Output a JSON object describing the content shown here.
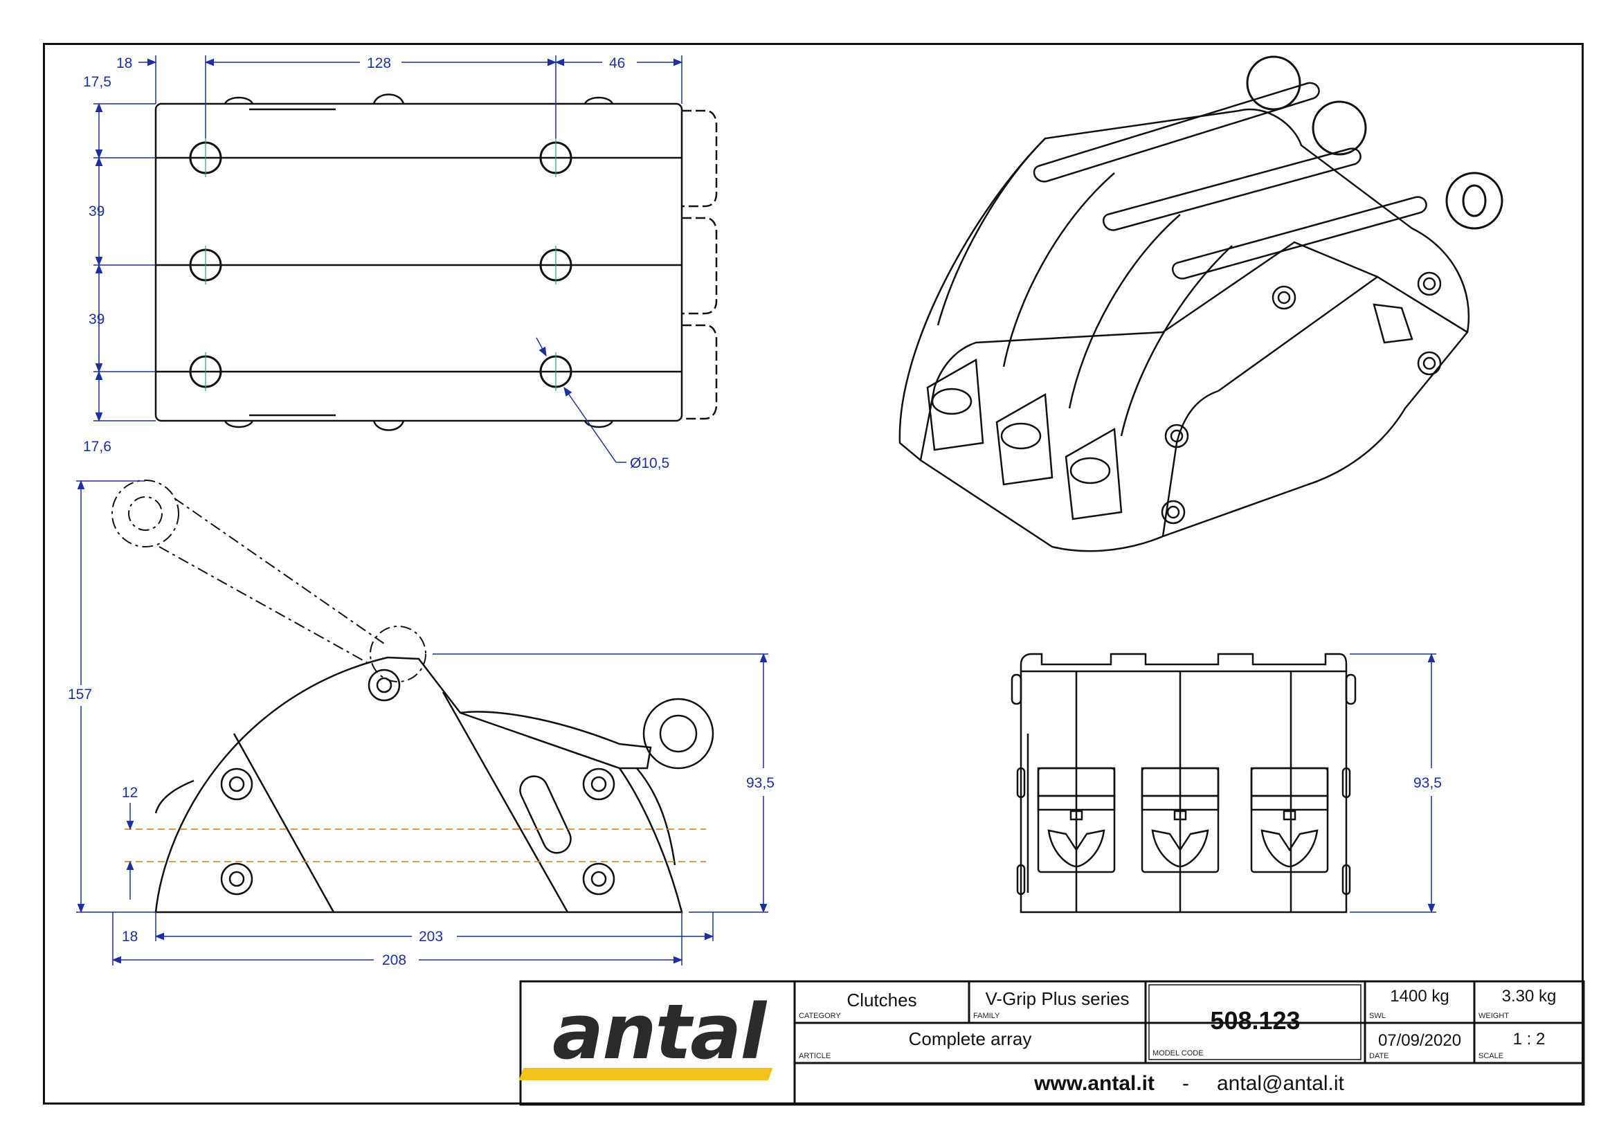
{
  "dimensions": {
    "top": {
      "left_margin": "18",
      "hole_spacing": "128",
      "right_ext": "46",
      "top_edge": "17,5",
      "row_1": "39",
      "row_2": "39",
      "bottom_edge": "17,6",
      "hole_dia": "Ø10,5"
    },
    "side": {
      "total_height": "157",
      "rope_upper": "12",
      "rope_lower": "18",
      "base_width": "203",
      "overall_width": "208",
      "body_height": "93,5"
    },
    "front": {
      "body_height": "93,5"
    }
  },
  "title_block": {
    "brand": "antal",
    "category_value": "Clutches",
    "category_label": "CATEGORY",
    "family_value": "V-Grip Plus series",
    "family_label": "FAMILY",
    "article_value": "Complete array",
    "article_label": "ARTICLE",
    "model_code_value": "508.123",
    "model_code_label": "MODEL CODE",
    "swl_value": "1400 kg",
    "swl_label": "SWL",
    "weight_value": "3.30 kg",
    "weight_label": "WEIGHT",
    "date_value": "07/09/2020",
    "date_label": "DATE",
    "scale_value": "1 : 2",
    "scale_label": "SCALE",
    "website": "www.antal.it",
    "separator": "-",
    "email": "antal@antal.it"
  },
  "colors": {
    "dimension": "#1f2fa0",
    "outline": "#111111",
    "centerline": "#1aa38a",
    "rope_line": "#d98a2b",
    "brand_yellow": "#f2c21b",
    "brand_dark": "#2b2b2b"
  }
}
